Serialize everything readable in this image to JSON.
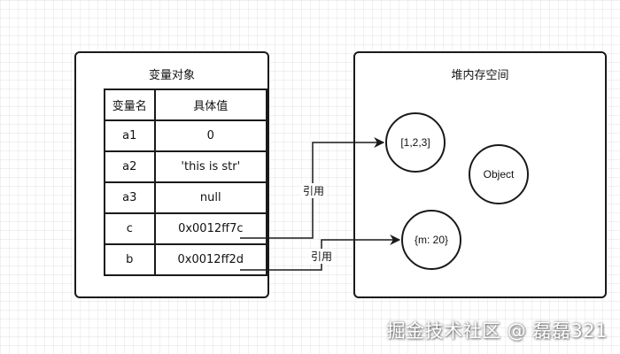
{
  "stack": {
    "title": "变量对象",
    "headers": [
      "变量名",
      "具体值"
    ],
    "rows": [
      {
        "name": "a1",
        "value": "0"
      },
      {
        "name": "a2",
        "value": "'this is str'"
      },
      {
        "name": "a3",
        "value": "null"
      },
      {
        "name": "c",
        "value": "0x0012ff7c"
      },
      {
        "name": "b",
        "value": "0x0012ff2d"
      }
    ]
  },
  "heap": {
    "title": "堆内存空间",
    "objects": [
      {
        "label": "[1,2,3]"
      },
      {
        "label": "Object"
      },
      {
        "label": "{m: 20}"
      }
    ]
  },
  "edges": [
    {
      "from": "c",
      "to": "[1,2,3]",
      "label": "引用"
    },
    {
      "from": "b",
      "to": "{m: 20}",
      "label": "引用"
    }
  ],
  "watermark": "掘金技术社区 @ 磊磊321"
}
